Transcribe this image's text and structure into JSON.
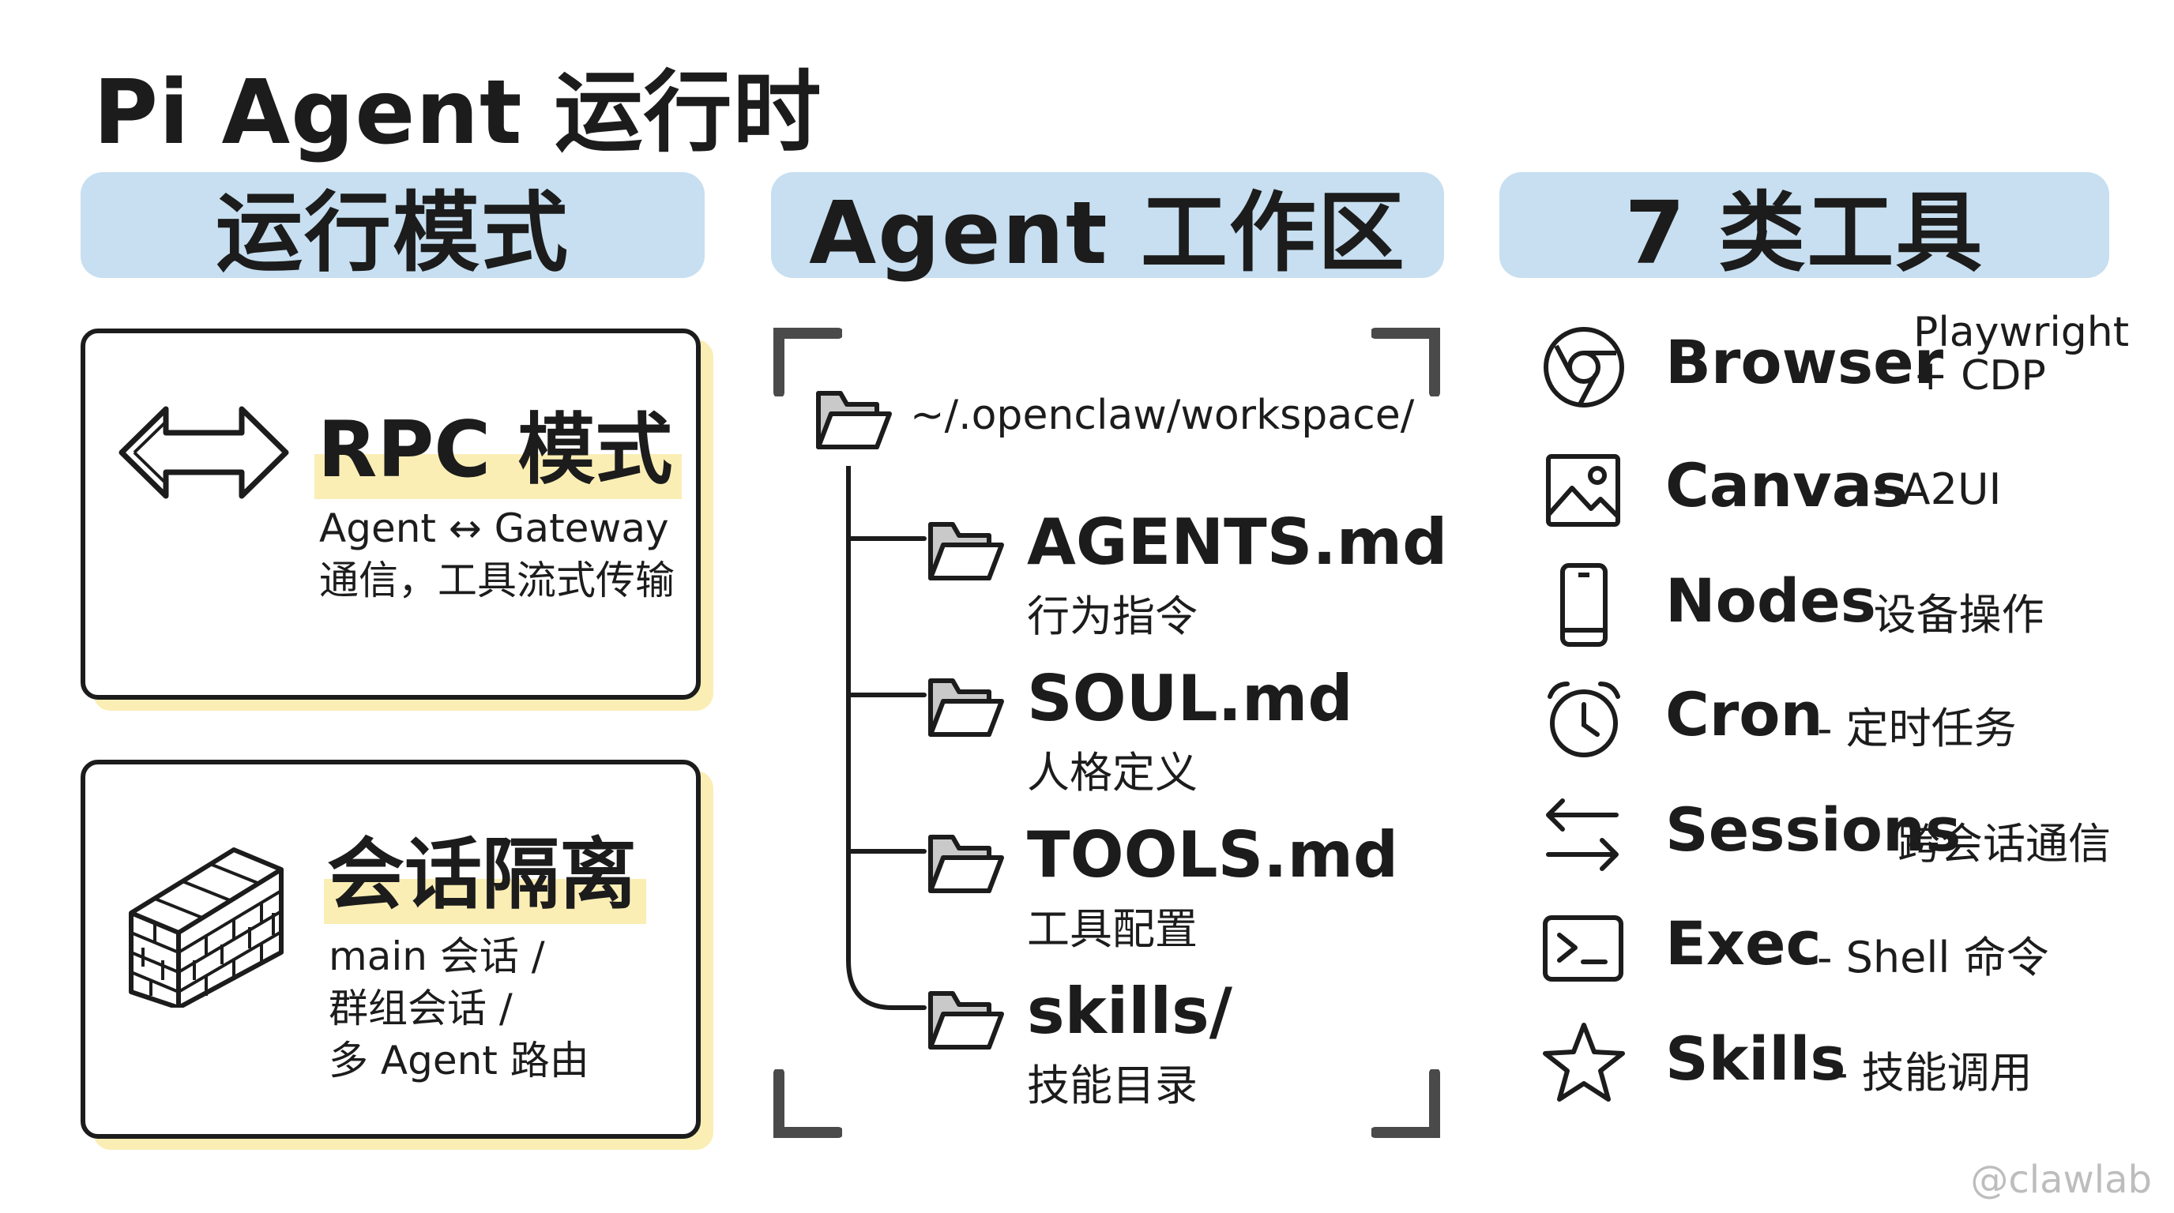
{
  "title": "Pi Agent 运行时",
  "columns": {
    "runtime": {
      "header": "运行模式",
      "rpc": {
        "title": "RPC 模式",
        "desc_line1": "Agent ↔ Gateway",
        "desc_line2": "通信，工具流式传输"
      },
      "session": {
        "title": "会话隔离",
        "desc_line1": "main 会话 /",
        "desc_line2": "群组会话 /",
        "desc_line3": "多 Agent 路由"
      }
    },
    "workspace": {
      "header": "Agent 工作区",
      "root_path": "~/.openclaw/workspace/",
      "files": [
        {
          "name": "AGENTS.md",
          "desc": "行为指令"
        },
        {
          "name": "SOUL.md",
          "desc": "人格定义"
        },
        {
          "name": "TOOLS.md",
          "desc": "工具配置"
        },
        {
          "name": "skills/",
          "desc": "技能目录"
        }
      ]
    },
    "tools": {
      "header": "7 类工具",
      "items": [
        {
          "name": "Browser",
          "desc_line1": "Playwright",
          "desc_line2": "+ CDP",
          "icon": "chrome-icon"
        },
        {
          "name": "Canvas",
          "desc": "- A2UI",
          "icon": "image-icon"
        },
        {
          "name": "Nodes",
          "desc": "- 设备操作",
          "icon": "phone-icon"
        },
        {
          "name": "Cron",
          "desc": "- 定时任务",
          "icon": "alarm-clock-icon"
        },
        {
          "name": "Sessions",
          "desc": "跨会话通信",
          "icon": "swap-arrows-icon"
        },
        {
          "name": "Exec",
          "desc": "- Shell 命令",
          "icon": "terminal-icon"
        },
        {
          "name": "Skills",
          "desc": "- 技能调用",
          "icon": "star-icon"
        }
      ]
    }
  },
  "watermark": "@clawlab",
  "colors": {
    "header_bg": "#c7dff0",
    "highlight": "#fbeeb5",
    "ink": "#1c1c1c"
  }
}
